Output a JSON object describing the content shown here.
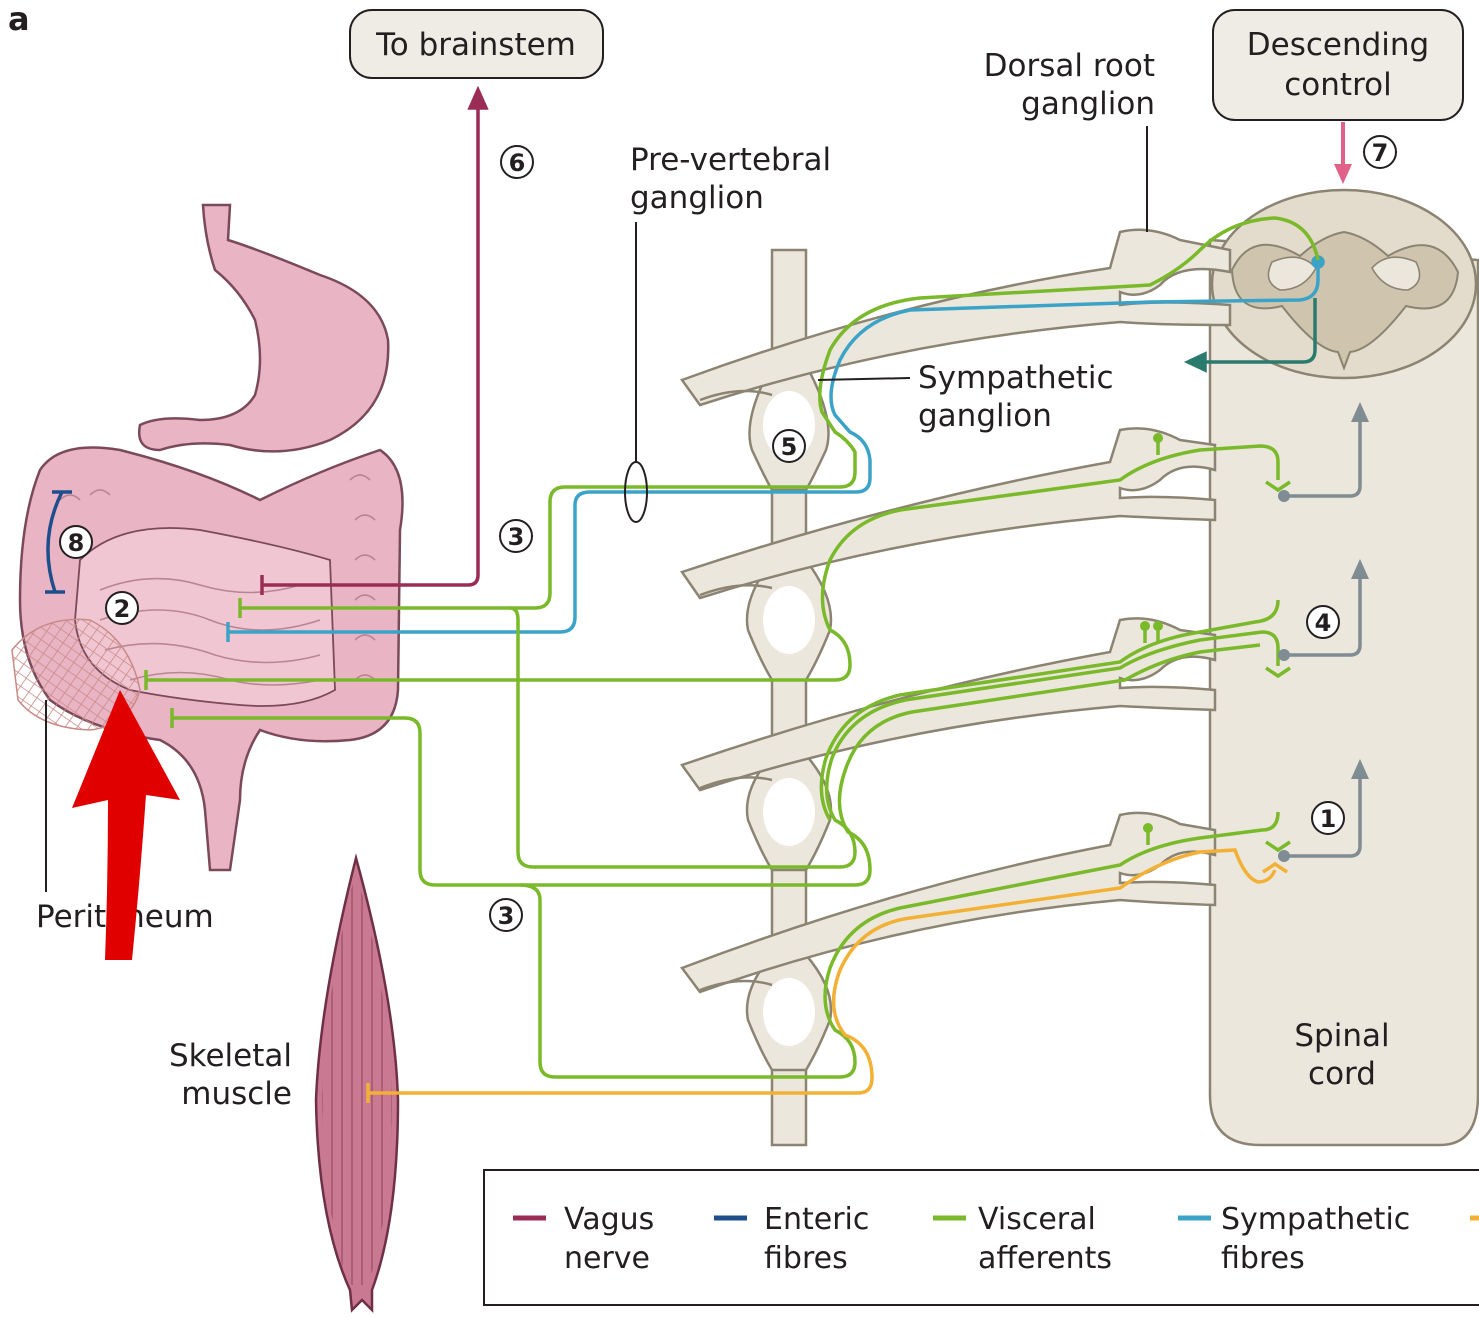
{
  "panel_label": "a",
  "boxes": {
    "brainstem": "To brainstem",
    "descending_line1": "Descending",
    "descending_line2": "control"
  },
  "labels": {
    "pre_vertebral_line1": "Pre-vertebral",
    "pre_vertebral_line2": "ganglion",
    "dorsal_root_line1": "Dorsal root",
    "dorsal_root_line2": "ganglion",
    "sympathetic_ganglion_line1": "Sympathetic",
    "sympathetic_ganglion_line2": "ganglion",
    "peritoneum": "Peritoneum",
    "skeletal_line1": "Skeletal",
    "skeletal_line2": "muscle",
    "spinal_line1": "Spinal",
    "spinal_line2": "cord"
  },
  "markers": {
    "m1": "1",
    "m2": "2",
    "m3a": "3",
    "m3b": "3",
    "m4": "4",
    "m5": "5",
    "m6": "6",
    "m7": "7",
    "m8": "8"
  },
  "legend": [
    {
      "line1": "Vagus",
      "line2": "nerve",
      "color": "#9b2c55"
    },
    {
      "line1": "Enteric",
      "line2": "fibres",
      "color": "#1f4e8c"
    },
    {
      "line1": "Visceral",
      "line2": "afferents",
      "color": "#7ab929"
    },
    {
      "line1": "Sympathetic",
      "line2": "fibres",
      "color": "#3ba3c7"
    },
    {
      "line1": "",
      "line2": "",
      "color": "#f2b134"
    }
  ],
  "colors": {
    "vagus": "#9b2c55",
    "enteric": "#1f4e8c",
    "visceral": "#7ab929",
    "sympathetic": "#3ba3c7",
    "somatic": "#f2b134",
    "motor_out": "#2b7a6e",
    "descending_arrow": "#e0628a",
    "gut": "#e9b4c4",
    "gut_outline": "#7a4a5a",
    "nerve_tissue": "#ece7dd",
    "spinal_grey": "#cfc4ad",
    "annotation_arrow": "#e00000"
  }
}
